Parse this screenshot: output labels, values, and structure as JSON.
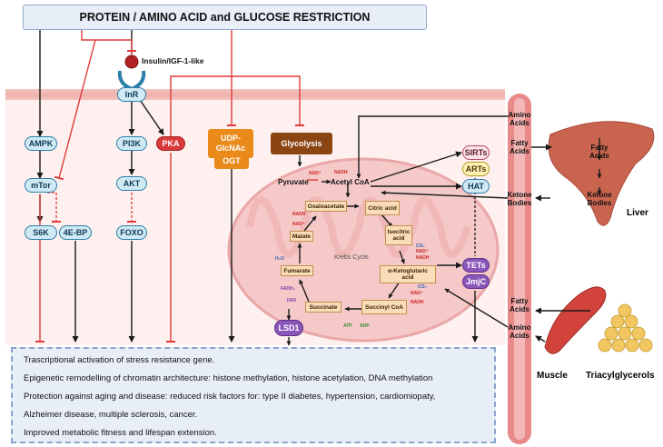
{
  "title": "PROTEIN / AMINO ACID and GLUCOSE RESTRICTION",
  "receptor": {
    "ligand_label": "Insulin/IGF-1-like",
    "receptor_label": "InR"
  },
  "pathway_nodes": {
    "ampk": "AMPK",
    "mtor": "mTor",
    "s6k": "S6K",
    "ebp4": "4E-BP",
    "pi3k": "PI3K",
    "akt": "AKT",
    "foxo": "FOXO",
    "pka": "PKA",
    "udp_line1": "UDP-",
    "udp_line2": "GlcNAc",
    "ogt": "OGT",
    "glycolysis": "Glycolysis",
    "sirts": "SIRTs",
    "arts": "ARTs",
    "hat": "HAT",
    "tets": "TETs",
    "jmjc": "JmjC",
    "lsd1": "LSD1"
  },
  "metabolism": {
    "pyruvate": "Pyruvate",
    "acetyl_coa": "Acetyl CoA",
    "nad_plus": "NAD⁺",
    "nadh": "NADH",
    "krebs_label": "Krebs Cycle",
    "oxaloacetate": "Oxaloacetate",
    "citric_acid": "Citric acid",
    "isocitric_line1": "Isocitric",
    "isocitric_line2": "acid",
    "akg_line1": "α-Ketoglutaric",
    "akg_line2": "acid",
    "succinyl": "Succinyl CoA",
    "succinate": "Succinate",
    "fumarate": "Fumarate",
    "malate": "Malate",
    "h2o": "H₂O",
    "fadh2": "FADH₂",
    "fad": "FAD",
    "co2": "CO₂",
    "atp": "ATP",
    "adp": "ADP"
  },
  "tissues": {
    "amino_line1": "Amino",
    "amino_line2": "Acids",
    "fatty_line1": "Fatty",
    "fatty_line2": "Acids",
    "ketone_line1": "Ketone",
    "ketone_line2": "Bodies",
    "liver": "Liver",
    "muscle": "Muscle",
    "triacylglycerols": "Triacylglycerols"
  },
  "outcomes": [
    "Trascriptional activation of stress resistance gene.",
    "Epigenetic remodelling of chromatin architecture: histone methylation, histone acetylation, DNA methylation",
    "Protection against aging and disease: reduced risk factors for: type II diabetes, hypertension, cardiomiopaty,",
    "Alzheimer disease, multiple sclerosis, cancer.",
    "Improved metabolic fitness and lifespan extension."
  ],
  "colors": {
    "inhibit_red": "#e03a3a",
    "arrow_black": "#1a1a1a",
    "membrane": "#efb2ac",
    "mitochondrion": "#f6c9c9",
    "vessel": "#e88a8a",
    "liver": "#c9644f"
  }
}
